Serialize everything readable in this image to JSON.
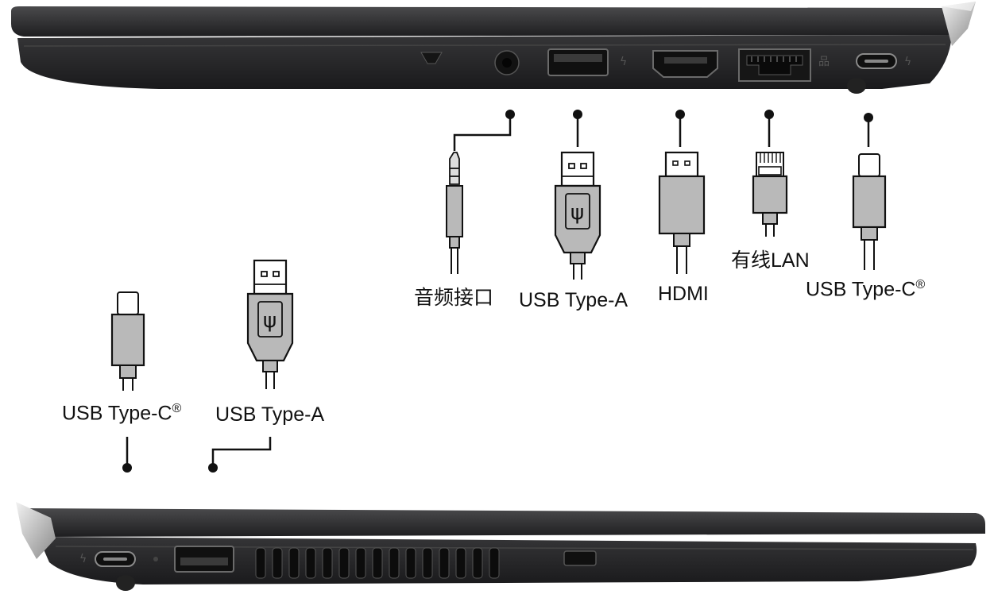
{
  "right_side_labels": {
    "audio": "音频接口",
    "usb_a": "USB Type-A",
    "hdmi": "HDMI",
    "lan": "有线LAN",
    "usb_c": "USB Type-C",
    "usb_c_mark": "®"
  },
  "left_side_labels": {
    "usb_c": "USB Type-C",
    "usb_c_mark": "®",
    "usb_a": "USB Type-A"
  },
  "device_body_color": "#2a2a2c",
  "connector_fill_color": "#b9b9b9"
}
